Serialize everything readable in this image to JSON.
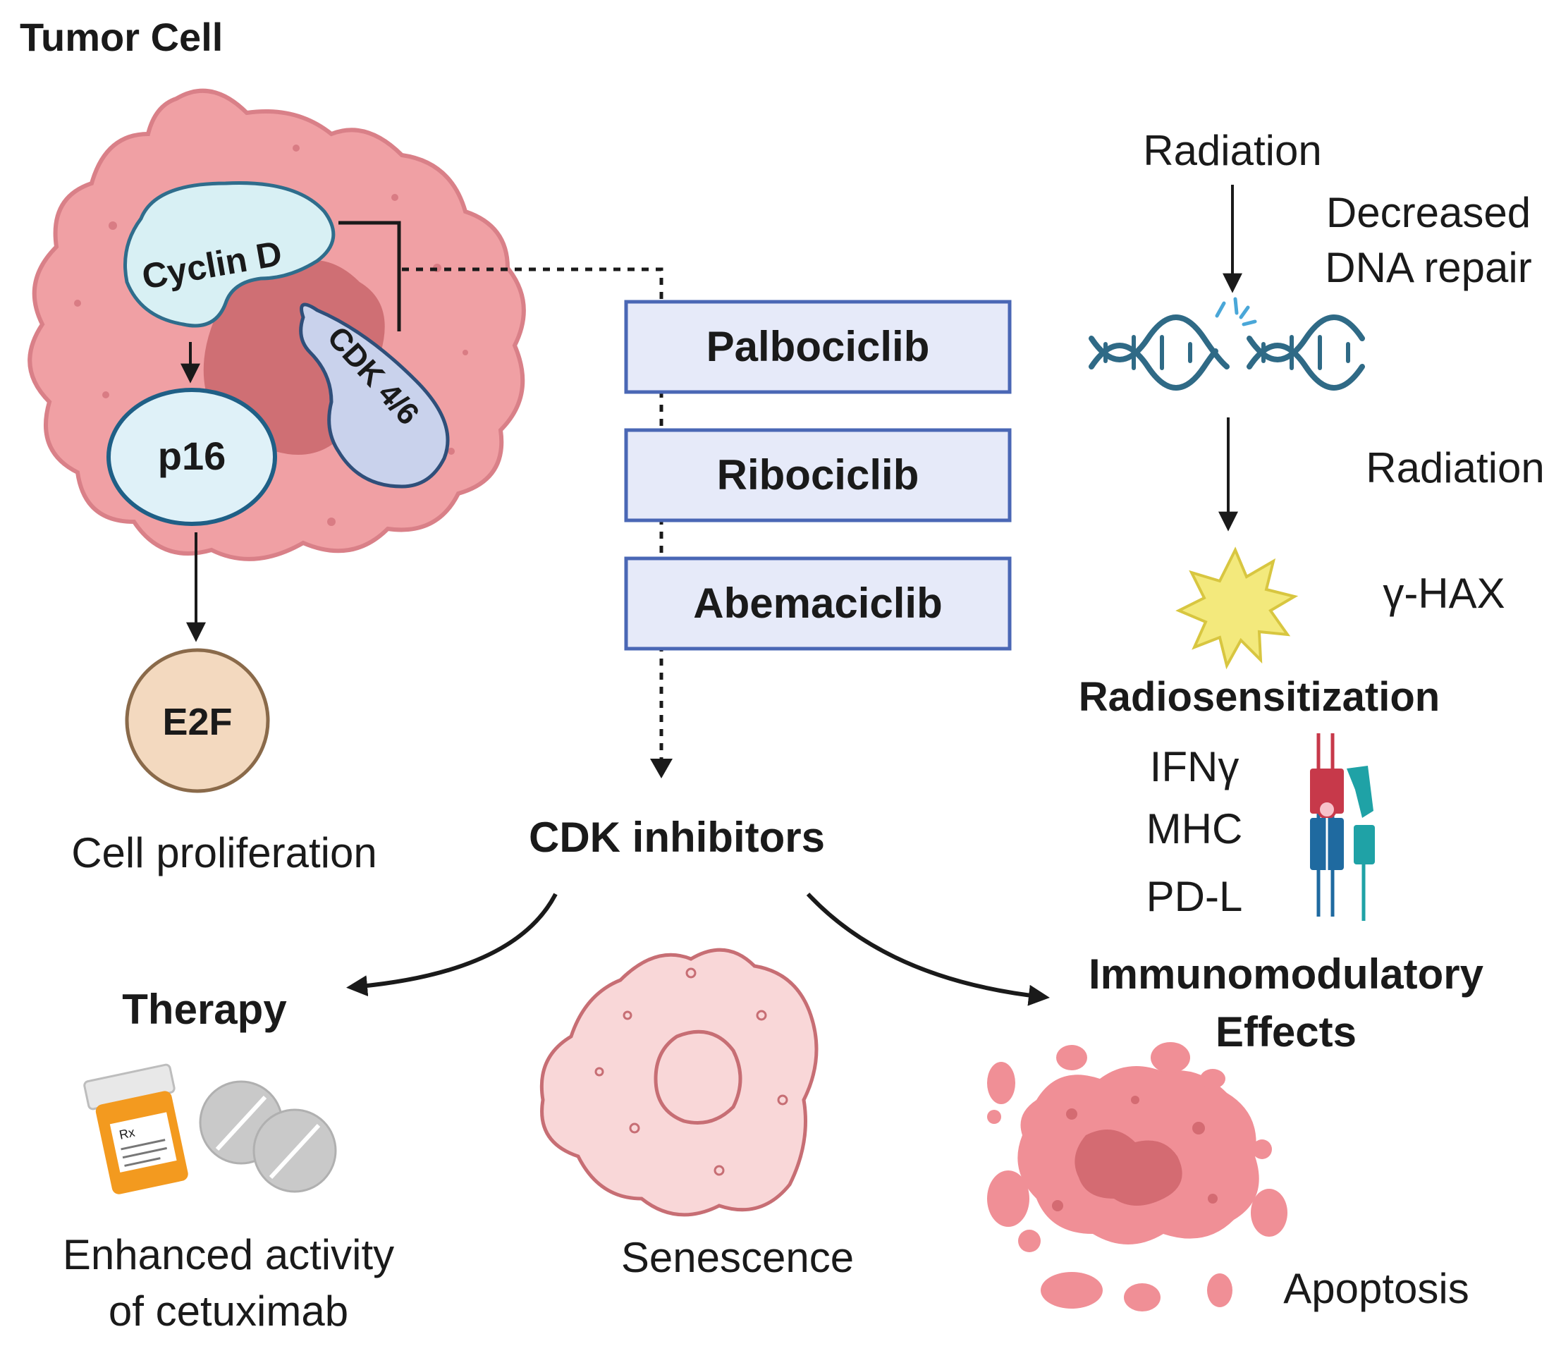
{
  "labels": {
    "tumor_cell": "Tumor Cell",
    "cyclin_d": "Cyclin D",
    "cdk46": "CDK 4/6",
    "p16": "p16",
    "e2f": "E2F",
    "cell_proliferation": "Cell proliferation",
    "drugs": [
      "Palbociclib",
      "Ribociclib",
      "Abemaciclib"
    ],
    "cdk_inhibitors": "CDK inhibitors",
    "radiation_top": "Radiation",
    "decreased_dna_repair": [
      "Decreased",
      "DNA repair"
    ],
    "radiation_mid": "Radiation",
    "gamma_hax": "γ-HAX",
    "radiosensitization": "Radiosensitization",
    "immune_markers": [
      "IFNγ",
      "MHC",
      "PD-L"
    ],
    "immunomodulatory_effects": [
      "Immunomodulatory",
      "Effects"
    ],
    "therapy": "Therapy",
    "enhanced_activity": [
      "Enhanced activity",
      "of cetuximab"
    ],
    "senescence": "Senescence",
    "apoptosis": "Apoptosis",
    "pill_label": "Rx"
  },
  "colors": {
    "tumor_fill": "#f0a0a4",
    "tumor_stroke": "#d98088",
    "nucleus": "#cf6f74",
    "cyclin_fill": "#d8f0f4",
    "cyclin_stroke": "#2f6d8c",
    "cdk_fill": "#c9d2ec",
    "cdk_stroke": "#2f4f7a",
    "p16_fill": "#dff1f8",
    "p16_stroke": "#1f5f86",
    "e2f_fill": "#f3d9bf",
    "e2f_stroke": "#8a6a4a",
    "drug_fill": "#e6eaf9",
    "drug_stroke": "#4a67b5",
    "dna": "#2f6a86",
    "burst": "#f3e97c",
    "burst_stroke": "#d8c640",
    "senescent_fill": "#f9d7d8",
    "senescent_stroke": "#c76e74",
    "apoptosis_fill": "#f08f96",
    "apoptosis_dark": "#d46b72",
    "receptor_red": "#c7394a",
    "receptor_blue": "#1f6aa0",
    "receptor_teal": "#1fa2a6",
    "bottle": "#f39a1f",
    "pill": "#c9c9c9",
    "arrow": "#1a1a1a"
  }
}
